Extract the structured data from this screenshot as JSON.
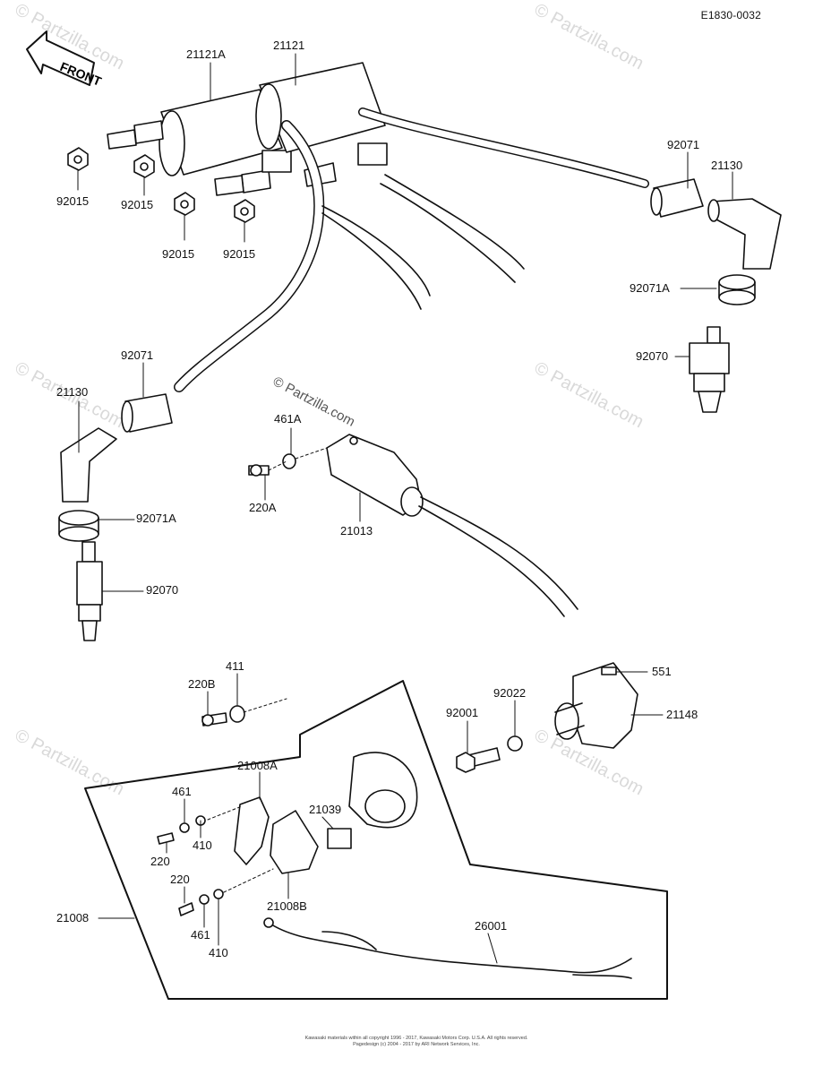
{
  "diagram_code": "E1830-0032",
  "front_label": "FRONT",
  "watermark": "© Partzilla.com",
  "footer_line1": "Kawasaki materials within all copyright 1996 - 2017, Kawasaki Motors Corp. U.S.A. All rights reserved.",
  "footer_line2": "Pagedesign (c) 2004 - 2017 by ARI Network Services, Inc.",
  "labels": {
    "p21121A": "21121A",
    "p21121": "21121",
    "p92015a": "92015",
    "p92015b": "92015",
    "p92015c": "92015",
    "p92015d": "92015",
    "p92071r": "92071",
    "p21130r": "21130",
    "p92071Ar": "92071A",
    "p92070r": "92070",
    "p92071l": "92071",
    "p21130l": "21130",
    "p92071Al": "92071A",
    "p92070l": "92070",
    "p461A": "461A",
    "p220A": "220A",
    "p21013": "21013",
    "p220B": "220B",
    "p411": "411",
    "p551": "551",
    "p92022": "92022",
    "p92001": "92001",
    "p21148": "21148",
    "p21008A": "21008A",
    "p461a": "461",
    "p410a": "410",
    "p220a": "220",
    "p21039": "21039",
    "p220b": "220",
    "p21008B": "21008B",
    "p461b": "461",
    "p410b": "410",
    "p21008": "21008",
    "p26001": "26001"
  }
}
